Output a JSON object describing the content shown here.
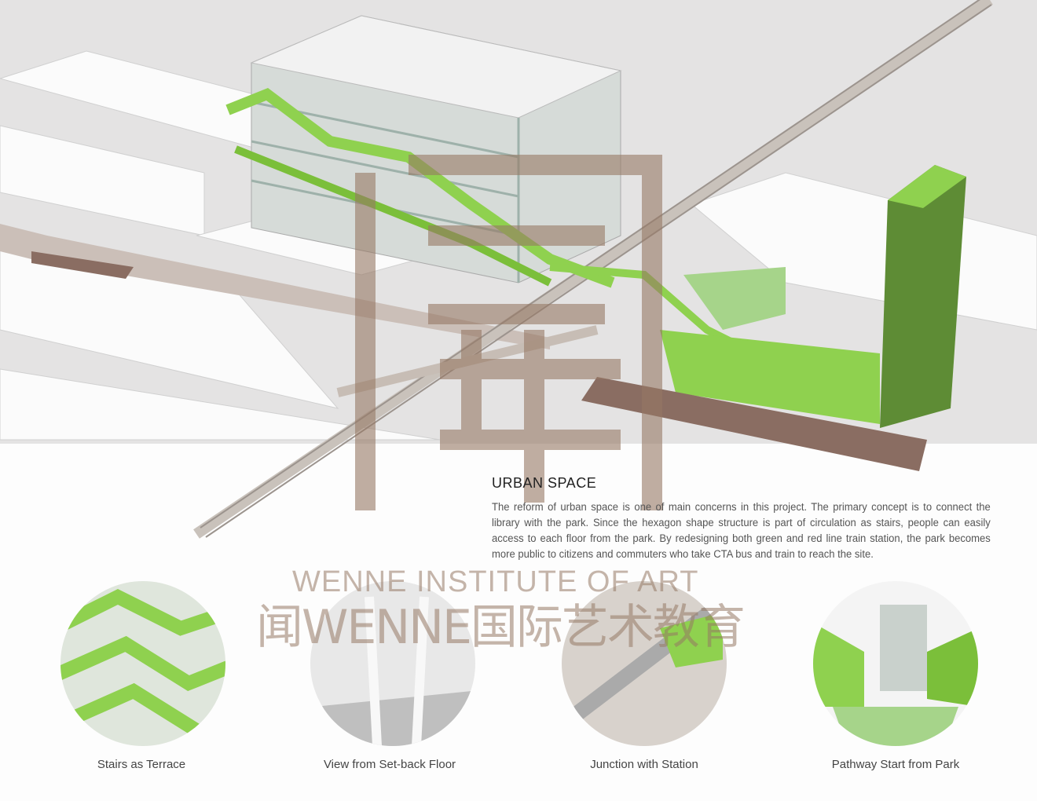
{
  "section": {
    "title": "URBAN SPACE",
    "body": "The reform of urban space is one of main concerns in this project. The primary concept is to connect the library with the park. Since the hexagon shape structure is part of circulation as stairs, people can easily  access to each floor from the park. By redesigning both green and red line train station, the park becomes more public to citizens and commuters who take CTA bus and train to reach the site."
  },
  "views": [
    {
      "caption": "Stairs as Terrace"
    },
    {
      "caption": "View from Set-back Floor"
    },
    {
      "caption": "Junction with Station"
    },
    {
      "caption": "Pathway Start from Park"
    }
  ],
  "watermark": {
    "line1": "WENNE INSTITUTE OF ART",
    "line2": "闻WENNE国际艺术教育"
  },
  "colors": {
    "green": "#8fd14f",
    "rail": "#b8b0a8",
    "watermark": "#a08878"
  }
}
